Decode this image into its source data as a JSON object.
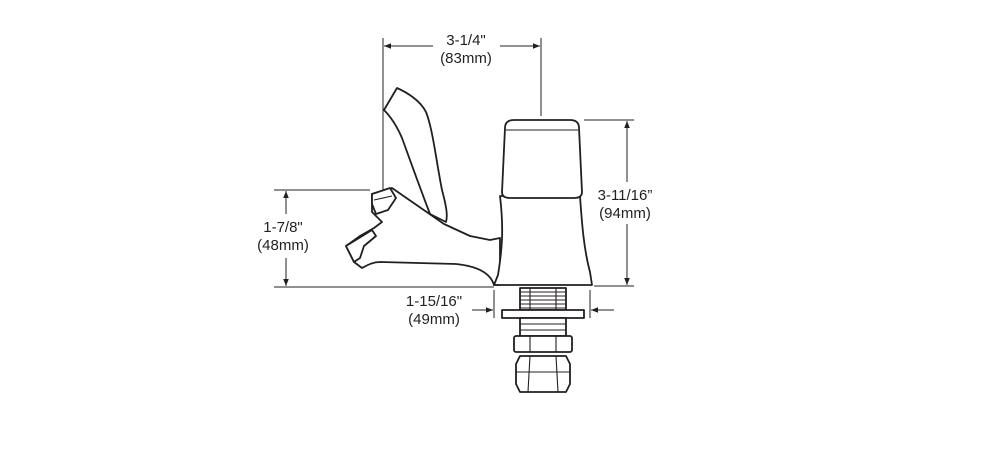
{
  "dimensions": {
    "width_top": {
      "imperial": "3-1/4\"",
      "metric": "(83mm)"
    },
    "height_right": {
      "imperial": "3-11/16”",
      "metric": "(94mm)"
    },
    "height_left": {
      "imperial": "1-7/8\"",
      "metric": "(48mm)"
    },
    "base_depth": {
      "imperial": "1-15/16\"",
      "metric": "(49mm)"
    }
  },
  "colors": {
    "line": "#231f20",
    "background": "#ffffff"
  }
}
